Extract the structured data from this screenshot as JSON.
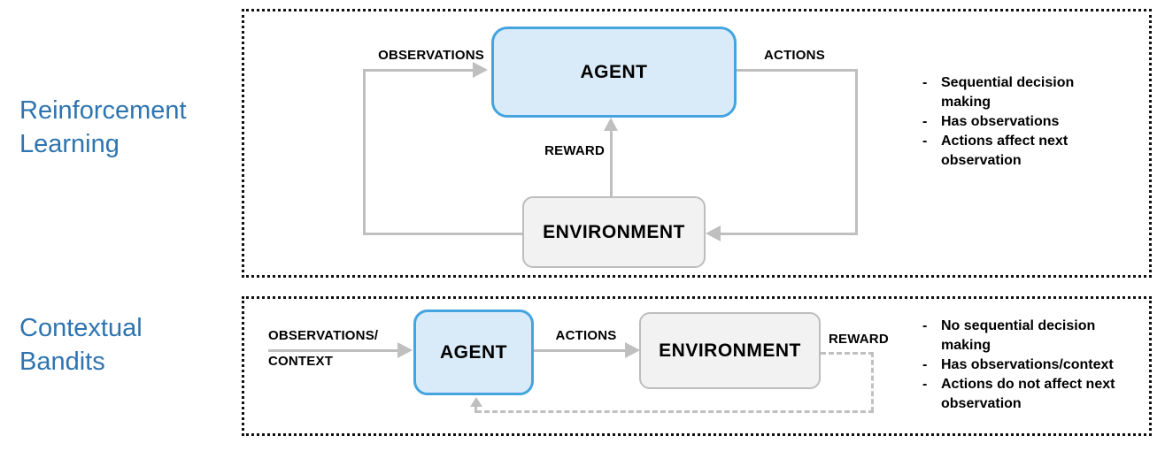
{
  "ui": {
    "bullet_marker": "-"
  },
  "colors": {
    "heading_blue": "#2E74B0",
    "agent_fill": "#D9EBF8",
    "agent_border": "#45A4DF",
    "environment_fill": "#F2F2F2",
    "environment_border": "#BDBDBD",
    "arrow_gray": "#BFBFBF",
    "frame_dotted": "#111111",
    "label_text": "#000000"
  },
  "rl": {
    "heading": "Reinforcement\nLearning",
    "agent_label": "AGENT",
    "environment_label": "ENVIRONMENT",
    "observations_label": "OBSERVATIONS",
    "actions_label": "ACTIONS",
    "reward_label": "REWARD",
    "bullets": [
      "Sequential decision making",
      "Has observations",
      "Actions affect next observation"
    ]
  },
  "cb": {
    "heading": "Contextual\nBandits",
    "agent_label": "AGENT",
    "environment_label": "ENVIRONMENT",
    "observations_label": "OBSERVATIONS/\nCONTEXT",
    "actions_label": "ACTIONS",
    "reward_label": "REWARD",
    "bullets": [
      "No sequential decision making",
      "Has observations/context",
      "Actions do not affect next observation"
    ]
  }
}
